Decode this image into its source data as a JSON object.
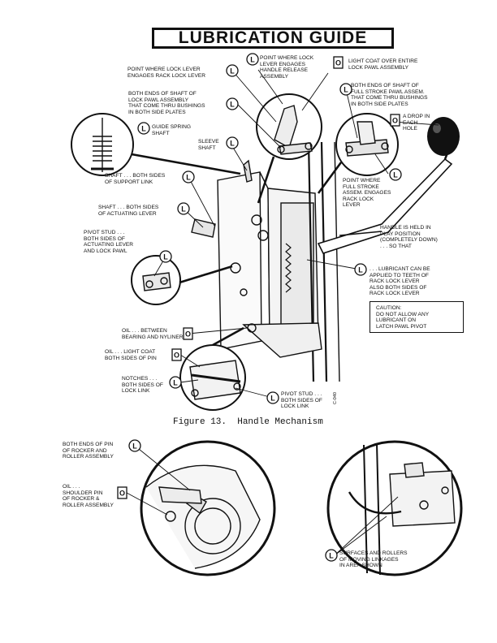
{
  "title": "LUBRICATION GUIDE",
  "figure_caption": "Figure 13.  Handle Mechanism",
  "figure_code": "C-040",
  "symbols": {
    "light_coat": "L",
    "oil": "O"
  },
  "callouts": [
    {
      "id": "lock-lever-rack",
      "symbol": "L",
      "text": "POINT WHERE LOCK LEVER\nENGAGES RACK LOCK LEVER"
    },
    {
      "id": "lock-lever-handle-release",
      "symbol": "L",
      "text": "POINT WHERE LOCK\nLEVER ENGAGES\nHANDLE RELEASE\nASSEMBLY"
    },
    {
      "id": "lock-pawl-assembly",
      "symbol": "O",
      "text": "LIGHT COAT OVER ENTIRE\nLOCK PAWL ASSEMBLY"
    },
    {
      "id": "lock-pawl-shaft",
      "symbol": "L",
      "text": "BOTH ENDS OF SHAFT OF\nLOCK PAWL ASSEMBLY\nTHAT COME THRU BUSHINGS\nIN BOTH SIDE PLATES"
    },
    {
      "id": "full-stroke-shaft",
      "symbol": "L",
      "text": "BOTH ENDS OF SHAFT OF\nFULL STROKE PAWL ASSEM.\nTHAT COME THRU BUSHINGS\nIN BOTH SIDE PLATES"
    },
    {
      "id": "guide-spring-shaft",
      "symbol": "L",
      "text": "GUIDE SPRING\nSHAFT"
    },
    {
      "id": "sleeve-shaft",
      "symbol": "L",
      "text": "SLEEVE\nSHAFT"
    },
    {
      "id": "drop-each-hole",
      "symbol": "O",
      "text": "A DROP IN\nEACH\nHOLE"
    },
    {
      "id": "support-link",
      "symbol": "L",
      "text": "SHAFT . . . BOTH SIDES\nOF SUPPORT LINK"
    },
    {
      "id": "full-stroke-engage",
      "symbol": "L",
      "text": "POINT WHERE\nFULL STROKE\nASSEM. ENGAGES\nRACK LOCK\nLEVER"
    },
    {
      "id": "actuating-lever-shaft",
      "symbol": "L",
      "text": "SHAFT . . . BOTH SIDES\nOF ACTUATING LEVER"
    },
    {
      "id": "handle-note",
      "symbol": "",
      "text": "HANDLE IS HELD IN\nPLAY POSITION\n(COMPLETELY DOWN)\n. . . SO THAT"
    },
    {
      "id": "pivot-stud-actuating",
      "symbol": "L",
      "text": "PIVOT STUD . . .\nBOTH SIDES OF\nACTUATING LEVER\nAND LOCK PAWL"
    },
    {
      "id": "rack-lock-teeth",
      "symbol": "L",
      "text": ". . . LUBRICANT CAN BE\nAPPLIED TO TEETH OF\nRACK LOCK LEVER\nALSO BOTH SIDES OF\nRACK LOCK LEVER"
    },
    {
      "id": "caution",
      "symbol": "",
      "text": "CAUTION:\nDO NOT ALLOW ANY\nLUBRICANT ON\nLATCH PAWL PIVOT"
    },
    {
      "id": "bearing-nyliner",
      "symbol": "O",
      "text": "OIL . . . BETWEEN\nBEARING AND NYLINER"
    },
    {
      "id": "pin-light-coat",
      "symbol": "O",
      "text": "OIL . . . LIGHT COAT\nBOTH SIDES OF PIN"
    },
    {
      "id": "notches-lock-link",
      "symbol": "L",
      "text": "NOTCHES . . .\nBOTH SIDES OF\nLOCK LINK"
    },
    {
      "id": "pivot-stud-lock-link",
      "symbol": "L",
      "text": "PIVOT STUD . . .\nBOTH SIDES OF\nLOCK LINK"
    },
    {
      "id": "rocker-roller-pin",
      "symbol": "L",
      "text": "BOTH ENDS OF PIN\nOF ROCKER AND\nROLLER ASSEMBLY"
    },
    {
      "id": "rocker-shoulder-pin",
      "symbol": "O",
      "text": "OIL . . .\nSHOULDER PIN\nOF ROCKER &\nROLLER ASSEMBLY"
    },
    {
      "id": "moving-linkages",
      "symbol": "L",
      "text": "SURFACES AND ROLLERS\nOF MOVING LINKAGES\nIN AREA SHOWN"
    }
  ]
}
